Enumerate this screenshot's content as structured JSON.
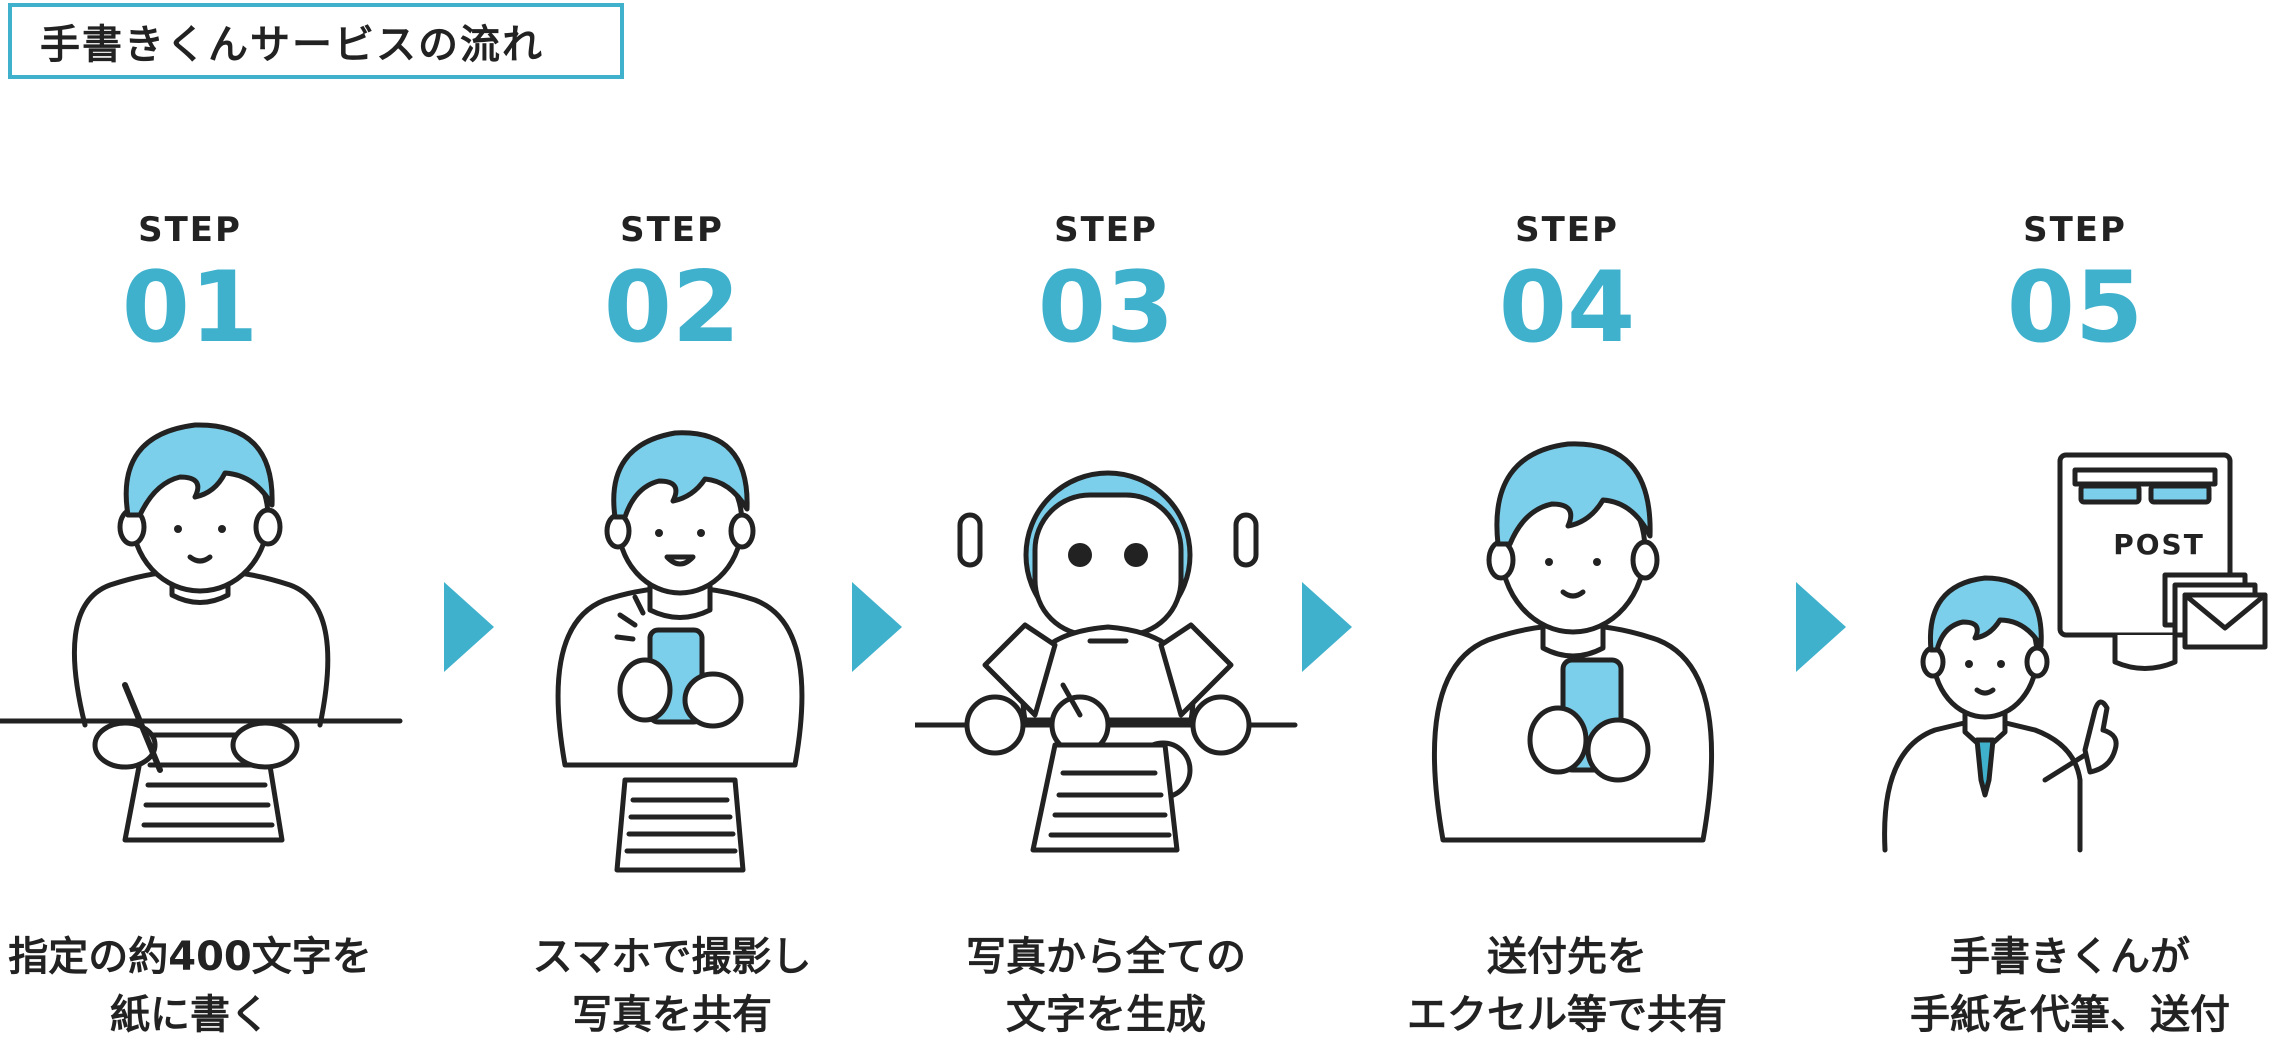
{
  "title": "手書きくんサービスの流れ",
  "steps": [
    {
      "label": "STEP",
      "number": "01",
      "caption_line1": "指定の約400文字を",
      "caption_line2": "紙に書く"
    },
    {
      "label": "STEP",
      "number": "02",
      "caption_line1": "スマホで撮影し",
      "caption_line2": "写真を共有"
    },
    {
      "label": "STEP",
      "number": "03",
      "caption_line1": "写真から全ての",
      "caption_line2": "文字を生成"
    },
    {
      "label": "STEP",
      "number": "04",
      "caption_line1": "送付先を",
      "caption_line2": "エクセル等で共有"
    },
    {
      "label": "STEP",
      "number": "05",
      "caption_line1": "手書きくんが",
      "caption_line2": "手紙を代筆、送付"
    }
  ],
  "post_label": "POST",
  "colors": {
    "accent": "#3fb1cd",
    "hair": "#7ccfea",
    "stroke": "#222222",
    "background": "#ffffff"
  }
}
